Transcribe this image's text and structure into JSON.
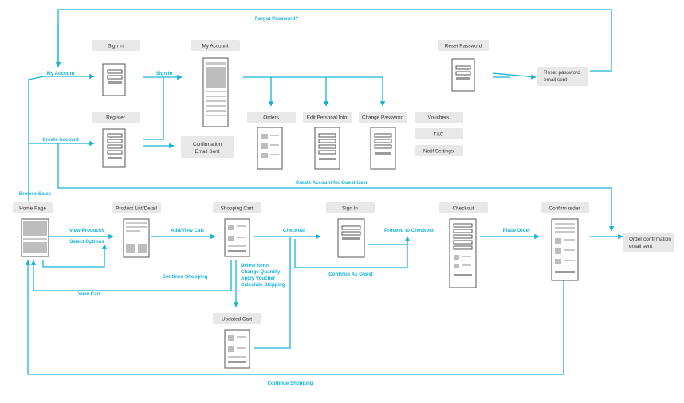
{
  "colors": {
    "flow": "#16b3d6",
    "node_fill": "#e8e8e8",
    "node_text": "#333333"
  },
  "nodes": {
    "sign_in_top": "Sign in",
    "my_account": "My Account",
    "reset_password": "Reset Password",
    "reset_email": [
      "Reset password",
      "email sent"
    ],
    "register": "Register",
    "confirmation": [
      "Confirmation",
      "Email Sent"
    ],
    "orders": "Orders",
    "edit_info": "Edit Personal Info",
    "change_password": "Change Password",
    "vouchers": "Vouchers",
    "tc": "T&C",
    "notif": "Notif Settings",
    "home": "Home Page",
    "product": "Product List/Detail",
    "cart": "Shopping Cart",
    "sign_in_mid": "Sign In",
    "checkout": "Checkout",
    "confirm_order": "Confirm order",
    "order_email": [
      "Order confirmation",
      "email sent"
    ],
    "updated_cart": "Updated Cart"
  },
  "edges": {
    "forgot": "Forgot Password?",
    "my_account": "My Account",
    "sign_in": "Sign In",
    "create_account": "Create Account",
    "guest_account": "Create Account for Guest User",
    "browse": "Browse Sales",
    "view_products": "View Product/s",
    "select_options": "Select Options",
    "add_view_cart": "Add/View Cart",
    "checkout": "Checkout",
    "proceed": "Proceed to Checkout",
    "place_order": "Place Order",
    "continue_shopping_1": "Continue Shopping",
    "cart_actions": [
      "Delete Items",
      "Change Quantity",
      "Apply Voucher",
      "Calculate Shipping"
    ],
    "view_cart": "View Cart",
    "continue_guest": "Continue As Guest",
    "continue_shopping_2": "Continue Shopping"
  }
}
